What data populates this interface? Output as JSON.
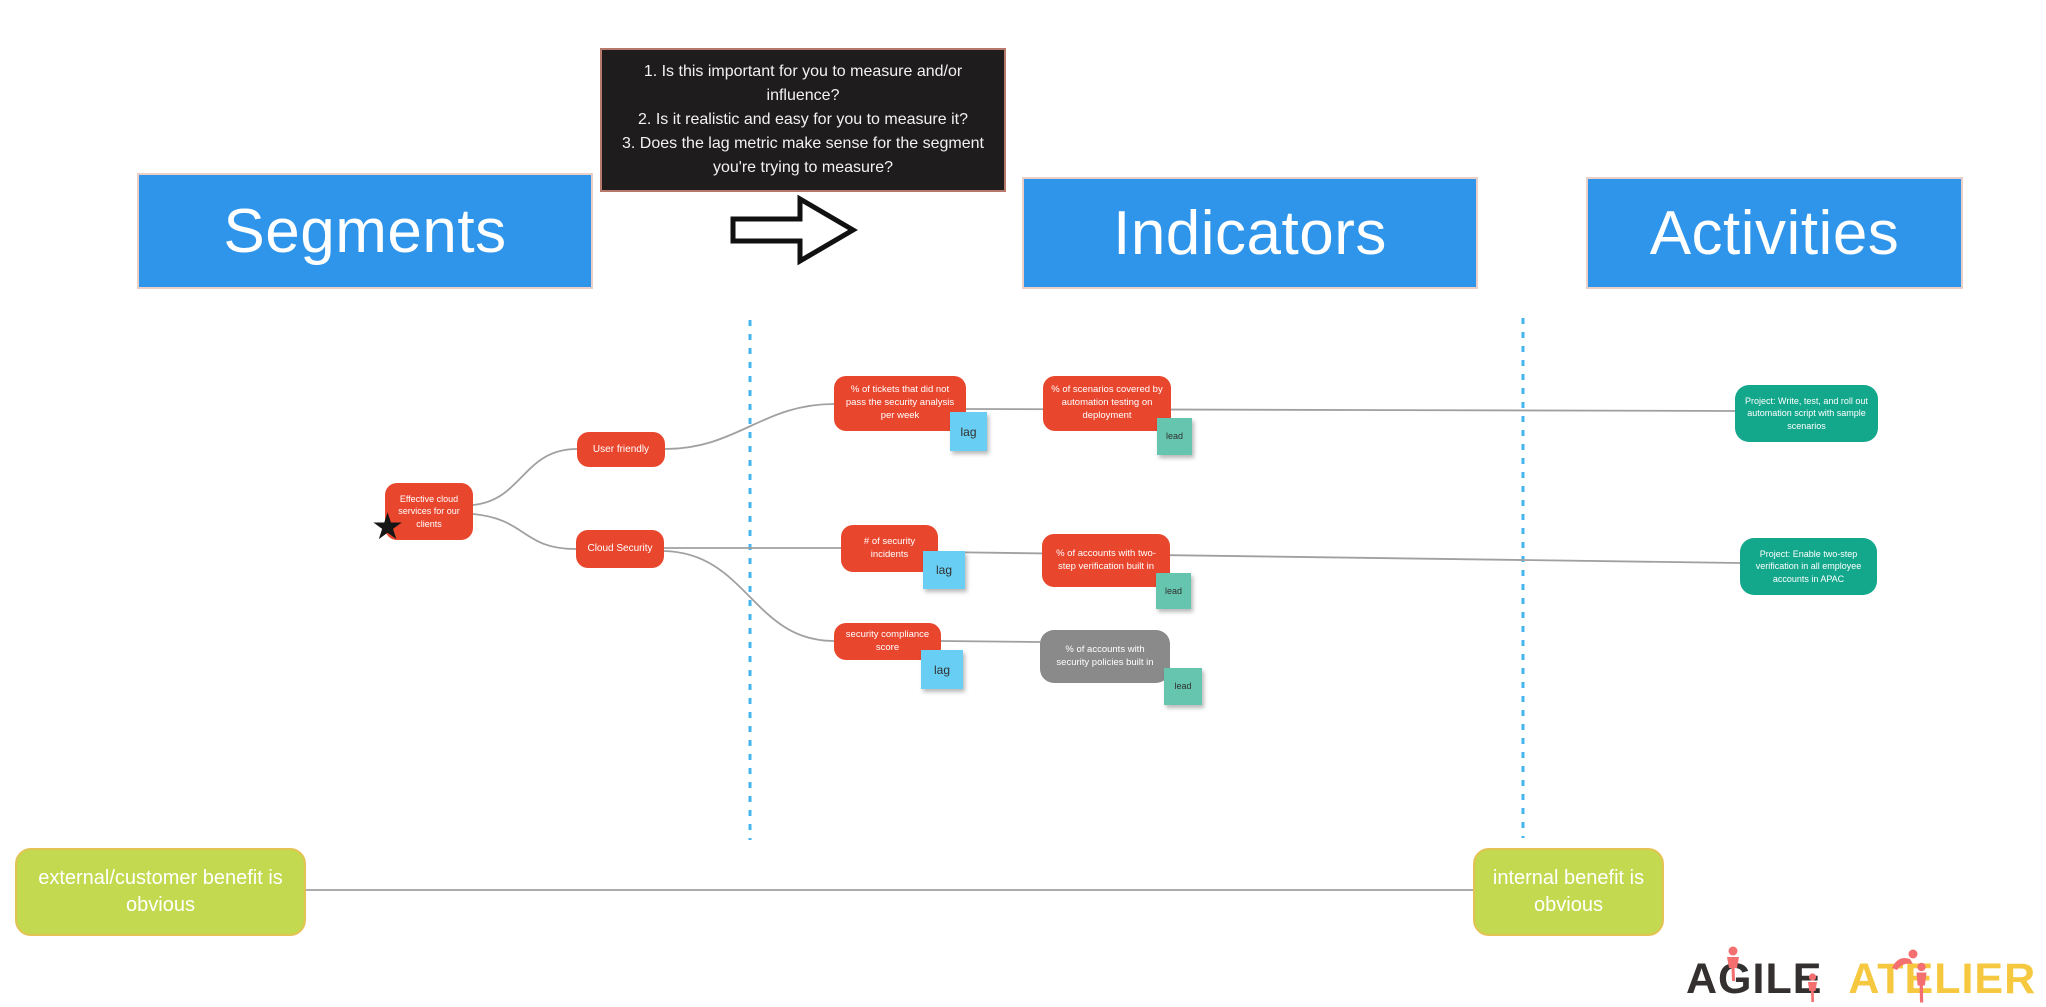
{
  "questions": {
    "line1": "1. Is this important for you to measure and/or influence?",
    "line2": "2. Is it realistic and easy for you to measure it?",
    "line3": "3. Does the lag metric make sense for the segment you're trying to measure?"
  },
  "headers": {
    "segments": "Segments",
    "indicators": "Indicators",
    "activities": "Activities"
  },
  "goal": {
    "label": "Effective cloud services for our clients"
  },
  "segments": {
    "user_friendly": "User friendly",
    "cloud_security": "Cloud Security"
  },
  "indicators": {
    "tickets": "% of tickets that did not pass the security analysis per week",
    "scenarios": "% of scenarios covered by automation testing on deployment",
    "incidents": "# of security incidents",
    "two_step": "% of accounts with two-step verification built in",
    "compliance": "security compliance score",
    "policies": "% of accounts with security policies built in"
  },
  "sticky": {
    "lag": "lag",
    "lead": "lead"
  },
  "activities": {
    "automation": "Project: Write, test, and roll out automation script with sample scenarios",
    "two_step_apac": "Project: Enable two-step verification in all employee accounts in APAC"
  },
  "benefits": {
    "external": "external/customer benefit is obvious",
    "internal": "internal benefit is obvious"
  },
  "logo": {
    "word1": "AGILE",
    "word2": "ATELIER"
  },
  "star_glyph": "★",
  "colors": {
    "header_blue": "#2e95ea",
    "card_red": "#e9462e",
    "card_gray": "#8a8a8a",
    "card_green": "#13a78c",
    "card_lime": "#c3d94f",
    "sticky_blue": "#69cef3",
    "sticky_teal": "#65c5ae",
    "dashed_blue": "#45b5ee",
    "connector_gray": "#a0a0a0",
    "questions_bg": "#1e1c1c",
    "logo_dark": "#33302f",
    "logo_yellow": "#f5c83f",
    "logo_pink": "#f47070"
  }
}
